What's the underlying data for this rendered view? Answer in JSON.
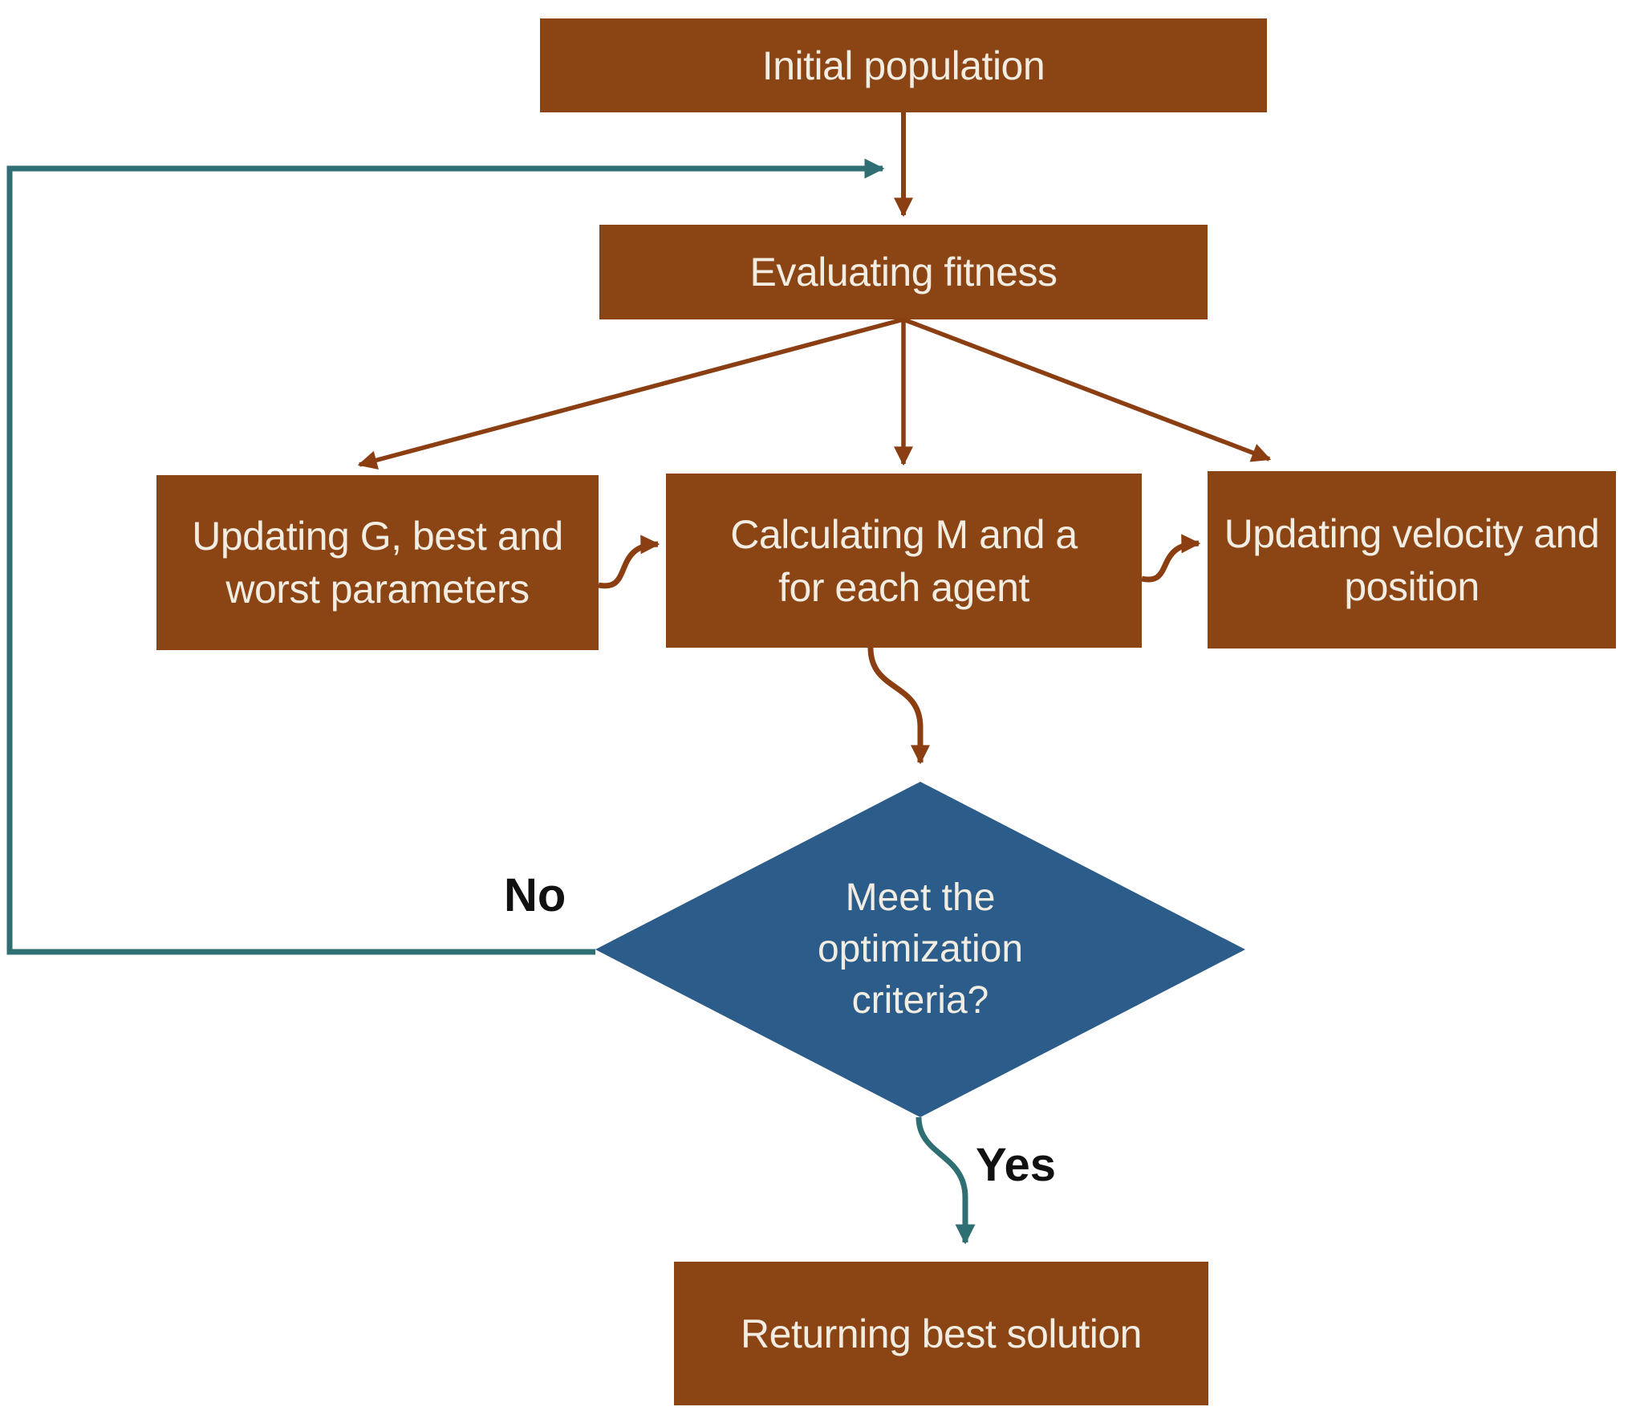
{
  "diagram": {
    "type": "flowchart",
    "nodes": {
      "initial": {
        "label": "Initial population",
        "shape": "process"
      },
      "evaluating": {
        "label": "Evaluating fitness",
        "shape": "process"
      },
      "updating_g": {
        "label": "Updating G, best and worst parameters",
        "shape": "process"
      },
      "calculating_m": {
        "label": "Calculating M and a for each agent",
        "shape": "process"
      },
      "updating_velocity": {
        "label": "Updating velocity and position",
        "shape": "process"
      },
      "decision": {
        "label": "Meet the optimization criteria?",
        "shape": "decision"
      },
      "returning": {
        "label": "Returning best solution",
        "shape": "process"
      }
    },
    "edge_labels": {
      "no": "No",
      "yes": "Yes"
    },
    "edges": [
      {
        "from": "initial",
        "to": "evaluating"
      },
      {
        "from": "evaluating",
        "to": "updating_g"
      },
      {
        "from": "evaluating",
        "to": "calculating_m"
      },
      {
        "from": "evaluating",
        "to": "updating_velocity"
      },
      {
        "from": "updating_g",
        "to": "calculating_m"
      },
      {
        "from": "calculating_m",
        "to": "updating_velocity"
      },
      {
        "from": "calculating_m",
        "to": "decision"
      },
      {
        "from": "decision",
        "to": "evaluating",
        "label": "No"
      },
      {
        "from": "decision",
        "to": "returning",
        "label": "Yes"
      }
    ],
    "colors": {
      "process_fill": "#8B4414",
      "decision_fill": "#2C5C8A",
      "flow_brown": "#8A3E12",
      "flow_teal": "#2F6E72",
      "node_text": "#F2EDE2",
      "label_text": "#111111",
      "background": "#FFFFFF"
    }
  }
}
